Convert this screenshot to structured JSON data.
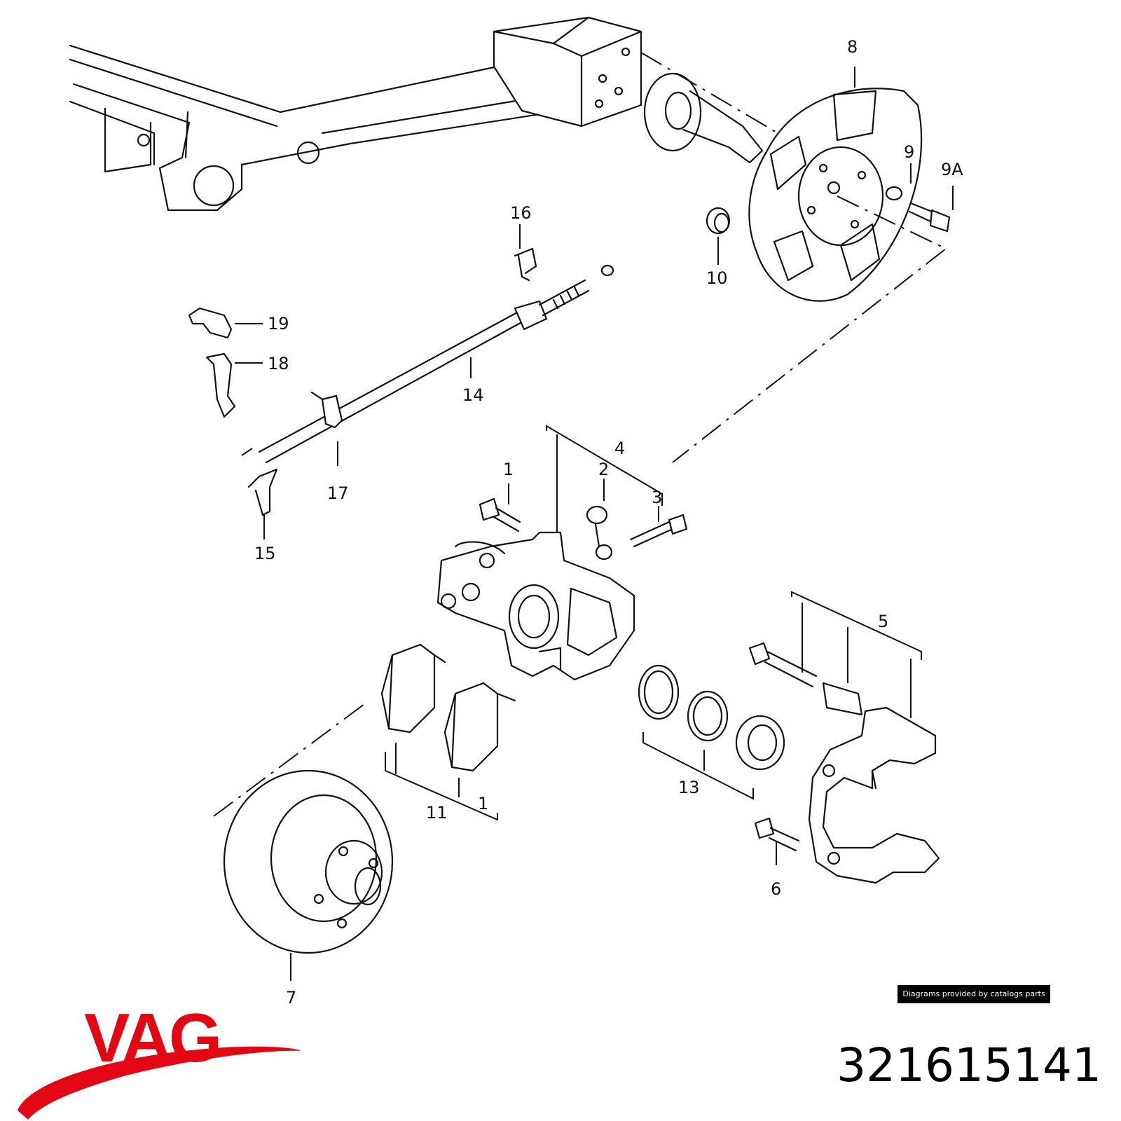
{
  "callouts": {
    "c1a": "1",
    "c1b": "1",
    "c2": "2",
    "c3": "3",
    "c4": "4",
    "c5": "5",
    "c6": "6",
    "c7": "7",
    "c8": "8",
    "c9": "9",
    "c9a": "9A",
    "c10": "10",
    "c11": "11",
    "c13": "13",
    "c14": "14",
    "c15": "15",
    "c16": "16",
    "c17": "17",
    "c18": "18",
    "c19": "19"
  },
  "credit": "Diagrams provided by catalogs parts",
  "brand": {
    "name": "VAG",
    "color": "#e30613"
  },
  "part_number": "321615141"
}
